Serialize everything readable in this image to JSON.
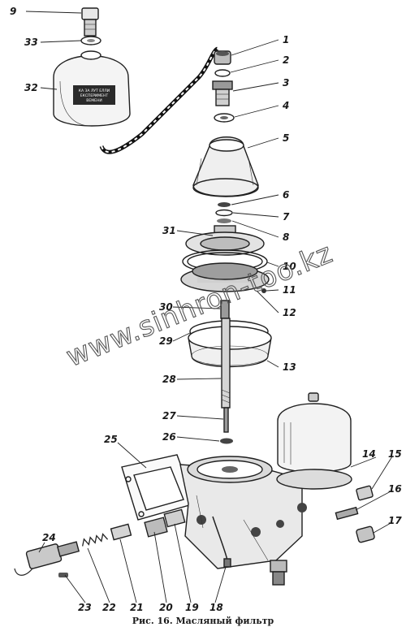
{
  "caption": "Рис. 16. Масляный фильтр",
  "watermark": "www.sinhron-too.kz",
  "part_labels": [
    "9",
    "33",
    "32",
    "1",
    "2",
    "3",
    "4",
    "5",
    "6",
    "7",
    "8",
    "31",
    "10",
    "11",
    "12",
    "30",
    "29",
    "13",
    "28",
    "27",
    "26",
    "25",
    "14",
    "15",
    "16",
    "17",
    "24",
    "23",
    "22",
    "21",
    "20",
    "19",
    "18"
  ],
  "nameplate_text": [
    "КА ЗА ЛУТ ЕЛЛИ",
    "ЕКСПЕРИМЕНТ",
    "ВЕМЕНИ"
  ]
}
